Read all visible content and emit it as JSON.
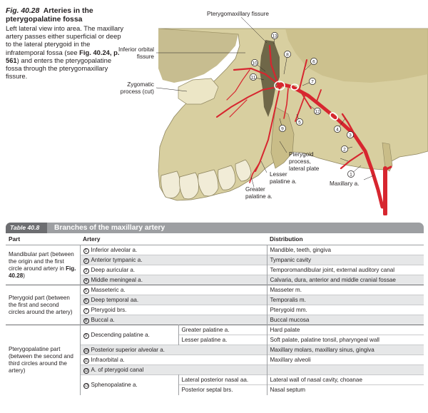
{
  "figure": {
    "number": "Fig. 40.28",
    "title": "Arteries in the pterygopalatine fossa",
    "text_before_ref1": "Left lateral view into area. The maxillary artery passes either superficial or deep to the lateral pterygoid in the infratemporal fossa (see ",
    "ref1": "Fig. 40.24, p. 561",
    "text_after_ref1": ") and enters the pterygopalatine fossa through the pterygomaxillary fissure.",
    "labels": {
      "pterygomaxillary_fissure": "Pterygomaxillary fissure",
      "inferior_orbital_1": "Inferior orbital",
      "inferior_orbital_2": "fissure",
      "zygomatic_1": "Zygomatic",
      "zygomatic_2": "process (cut)",
      "pterygoid_1": "Pterygoid",
      "pterygoid_2": "process,",
      "pterygoid_3": "lateral plate",
      "lesser_1": "Lesser",
      "lesser_2": "palatine a.",
      "greater_1": "Greater",
      "greater_2": "palatine a.",
      "maxillary": "Maxillary a."
    },
    "numbers": [
      "1",
      "2",
      "3",
      "4",
      "5",
      "6",
      "7",
      "8",
      "9",
      "10",
      "11",
      "12",
      "13"
    ]
  },
  "table": {
    "number": "Table 40.8",
    "title": "Branches of the maxillary artery",
    "headers": {
      "part": "Part",
      "artery": "Artery",
      "distribution": "Distribution"
    },
    "parts": {
      "mandibular_text": "Mandibular part (between the origin and the first circle around artery in ",
      "mandibular_ref": "Fig. 40.28",
      "mandibular_end": ")",
      "pterygoid": "Pterygoid part (between the first and second circles around the artery)",
      "pterygopalatine": "Pterygopalatine part (between the second and third circles around the artery)"
    },
    "rows": [
      {
        "n": "1",
        "artery": "Inferior alveolar a.",
        "distribution": "Mandible, teeth, gingiva"
      },
      {
        "n": "2",
        "artery": "Anterior tympanic a.",
        "distribution": "Tympanic cavity"
      },
      {
        "n": "3",
        "artery": "Deep auricular a.",
        "distribution": "Temporomandibular joint, external auditory canal"
      },
      {
        "n": "4",
        "artery": "Middle meningeal a.",
        "distribution": "Calvaria, dura, anterior and middle cranial fossae"
      },
      {
        "n": "5",
        "artery": "Masseteric a.",
        "distribution": "Masseter m."
      },
      {
        "n": "6",
        "artery": "Deep temporal aa.",
        "distribution": "Temporalis m."
      },
      {
        "n": "7",
        "artery": "Pterygoid brs.",
        "distribution": "Pterygoid mm."
      },
      {
        "n": "8",
        "artery": "Buccal a.",
        "distribution": "Buccal mucosa"
      },
      {
        "n": "9",
        "artery": "Descending palatine a.",
        "sub1": "Greater palatine a.",
        "dist1": "Hard palate",
        "sub2": "Lesser palatine a.",
        "dist2": "Soft palate, palatine tonsil, pharyngeal wall"
      },
      {
        "n": "10",
        "artery": "Posterior superior alveolar a.",
        "distribution": "Maxillary molars, maxillary sinus, gingiva"
      },
      {
        "n": "11",
        "artery": "Infraorbital a.",
        "distribution": "Maxillary alveoli"
      },
      {
        "n": "12",
        "artery": "A. of pterygoid canal",
        "distribution": ""
      },
      {
        "n": "13",
        "artery": "Sphenopalatine a.",
        "sub1": "Lateral posterior nasal aa.",
        "dist1": "Lateral wall of nasal cavity, choanae",
        "sub2": "Posterior septal brs.",
        "dist2": "Nasal septum"
      }
    ]
  },
  "colors": {
    "artery": "#d7262f",
    "bone": "#d8cfa0",
    "header_dark": "#6d6e71",
    "header_light": "#9d9fa2",
    "band": "#e6e7e8"
  }
}
